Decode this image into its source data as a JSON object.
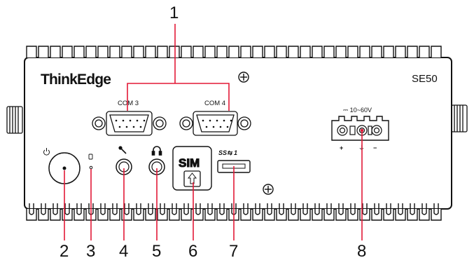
{
  "device": {
    "brand": "ThinkEdge",
    "model": "SE50"
  },
  "ports": {
    "com3_label": "COM 3",
    "com4_label": "COM 4",
    "usb_label": "SS⇆ 1",
    "sim_label": "SIM",
    "power_input_label": "⎓ 10~60V",
    "terminal_plus": "+",
    "terminal_ground": "⏚",
    "terminal_minus": "−"
  },
  "callouts": [
    "1",
    "2",
    "3",
    "4",
    "5",
    "6",
    "7",
    "8"
  ],
  "colors": {
    "line": "#111111",
    "callout_red": "#e31937",
    "fill": "#ffffff"
  }
}
